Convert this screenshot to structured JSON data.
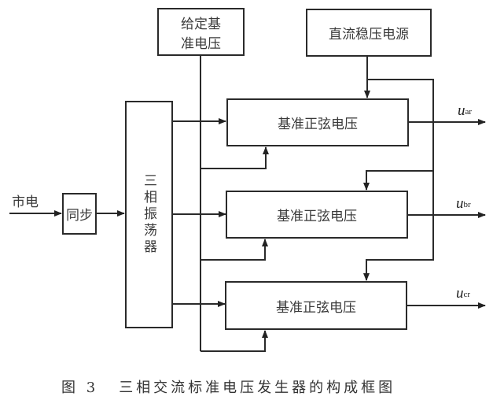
{
  "blocks": {
    "reference_setting": "给定基\n准电压",
    "reference_setting_line1": "给定基",
    "reference_setting_line2": "准电压",
    "dc_power": "直流稳压电源",
    "oscillator": "三相振荡器",
    "sync": "同步",
    "mains": "市电",
    "sine_blocks": [
      "基准正弦电压",
      "基准正弦电压",
      "基准正弦电压"
    ]
  },
  "outputs": [
    {
      "symbol": "u",
      "subscript": "ar"
    },
    {
      "symbol": "u",
      "subscript": "br"
    },
    {
      "symbol": "u",
      "subscript": "cr"
    }
  ],
  "caption": {
    "figure": "图 3",
    "title": "三相交流标准电压发生器的构成框图"
  }
}
